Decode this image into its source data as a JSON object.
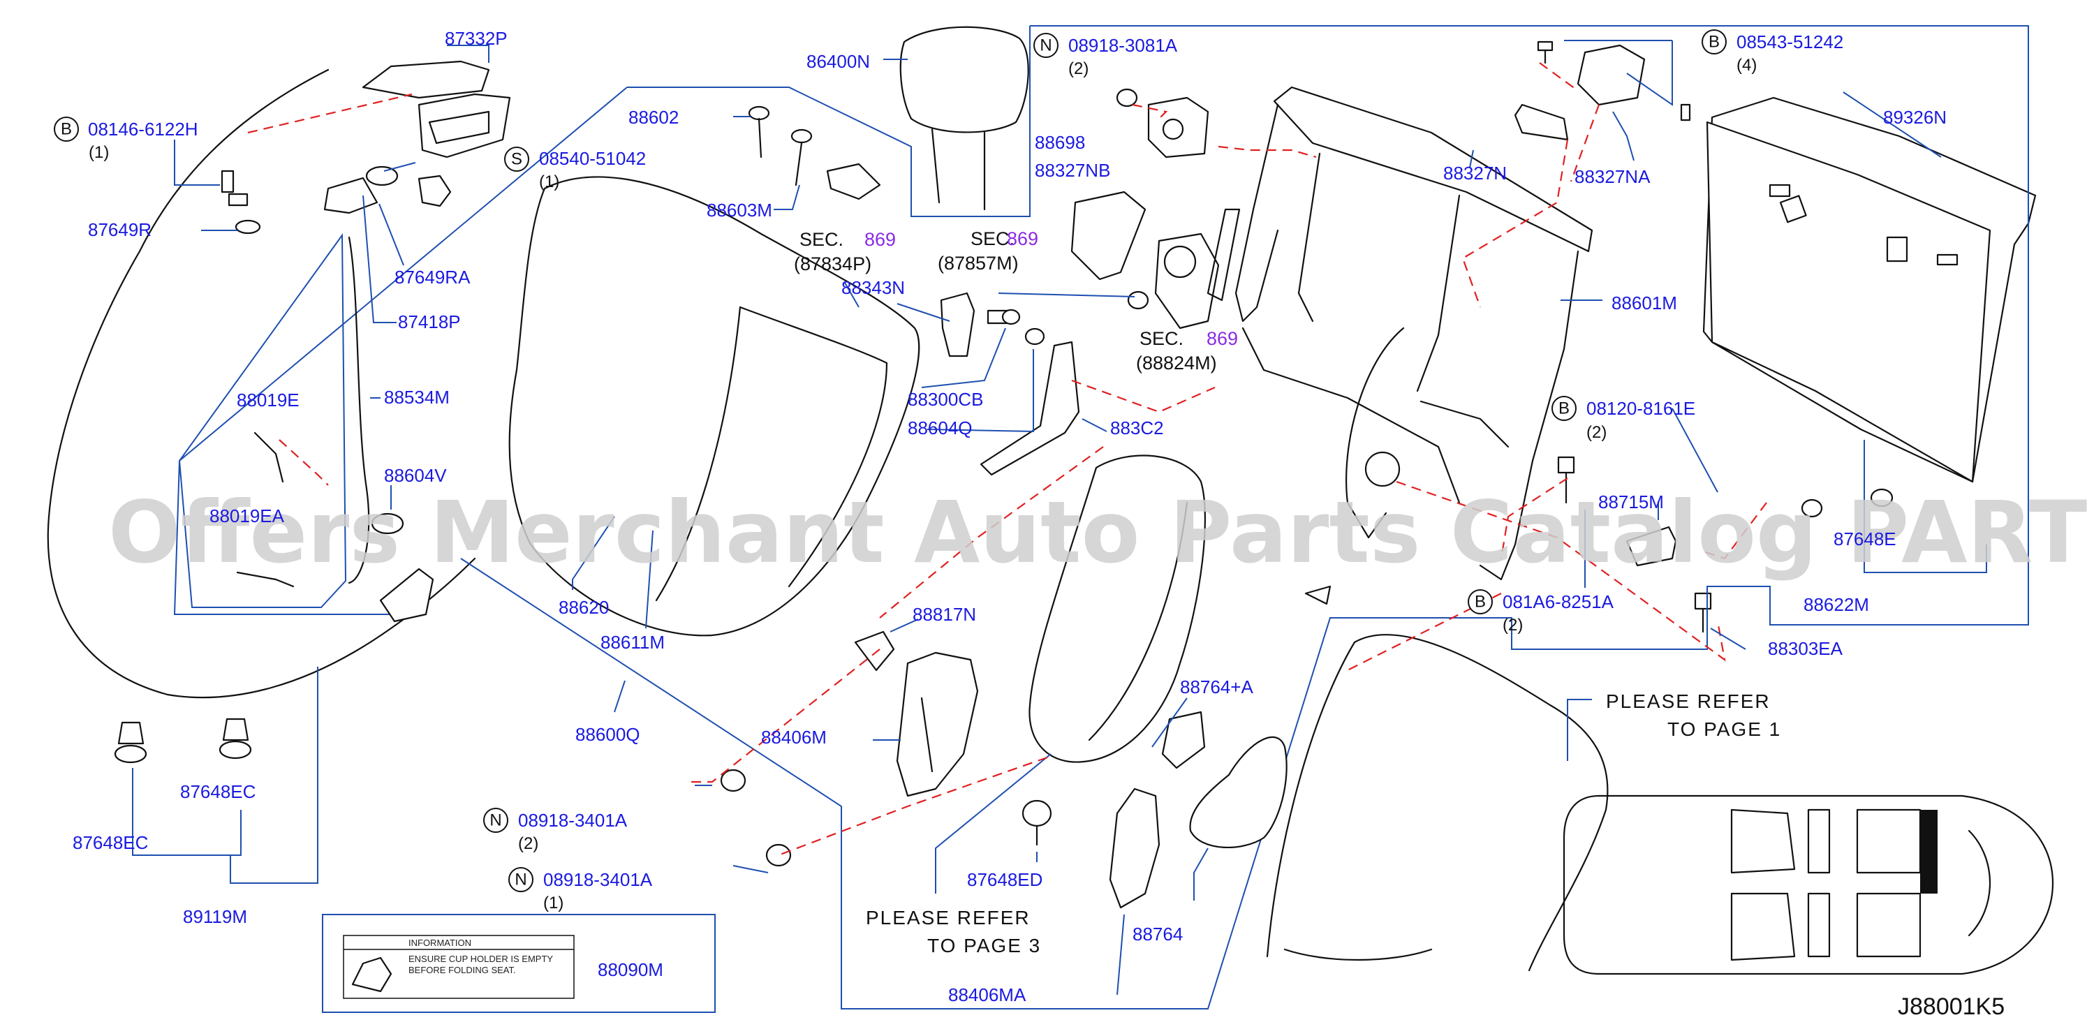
{
  "diagram_code": "J88001K5",
  "watermark": "Offers Merchant Auto Parts Catalog PARTSTORE.SA",
  "notes": {
    "refer_page_1": [
      "PLEASE  REFER",
      "TO  PAGE  1"
    ],
    "refer_page_3": [
      "PLEASE  REFER",
      "TO  PAGE  3"
    ]
  },
  "info_label": {
    "title": "INFORMATION",
    "line1": "ENSURE  CUP  HOLDER  IS  EMPTY",
    "line2": "BEFORE  FOLDING  SEAT."
  },
  "sections": [
    {
      "prefix": "SEC.",
      "number": "869",
      "ref": "(87834P)"
    },
    {
      "prefix": "SEC.",
      "number": "869",
      "ref": "(87857M)"
    },
    {
      "prefix": "SEC.",
      "number": "869",
      "ref": "(88824M)"
    }
  ],
  "fasteners": [
    {
      "badge": "B",
      "part": "08146-6122H",
      "qty": "(1)"
    },
    {
      "badge": "S",
      "part": "08540-51042",
      "qty": "(1)"
    },
    {
      "badge": "N",
      "part": "08918-3081A",
      "qty": "(2)"
    },
    {
      "badge": "B",
      "part": "08543-51242",
      "qty": "(4)"
    },
    {
      "badge": "B",
      "part": "08120-8161E",
      "qty": "(2)"
    },
    {
      "badge": "B",
      "part": "081A6-8251A",
      "qty": "(2)"
    },
    {
      "badge": "N",
      "part": "08918-3401A",
      "qty": "(2)"
    },
    {
      "badge": "N",
      "part": "08918-3401A",
      "qty": "(1)"
    }
  ],
  "parts": {
    "p87332P": "87332P",
    "p87649R": "87649R",
    "p87649RA": "87649RA",
    "p87418P": "87418P",
    "p88534M": "88534M",
    "p88019E": "88019E",
    "p88019EA": "88019EA",
    "p88604V": "88604V",
    "p87648EC_a": "87648EC",
    "p87648EC_b": "87648EC",
    "p89119M": "89119M",
    "p88090M": "88090M",
    "p86400N": "86400N",
    "p88602": "88602",
    "p88603M": "88603M",
    "p88620": "88620",
    "p88611M": "88611M",
    "p88600Q": "88600Q",
    "p88698": "88698",
    "p88327NB": "88327NB",
    "p88343N": "88343N",
    "p88300CB": "88300CB",
    "p88604Q": "88604Q",
    "p883C2": "883C2",
    "p88817N": "88817N",
    "p88406M": "88406M",
    "p88764A": "88764+A",
    "p88764": "88764",
    "p87648ED": "87648ED",
    "p88406MA": "88406MA",
    "p88327N": "88327N",
    "p88327NA": "88327NA",
    "p88601M": "88601M",
    "p88715M": "88715M",
    "p88303EA": "88303EA",
    "p89326N": "89326N",
    "p87648E": "87648E",
    "p88622M": "88622M"
  }
}
